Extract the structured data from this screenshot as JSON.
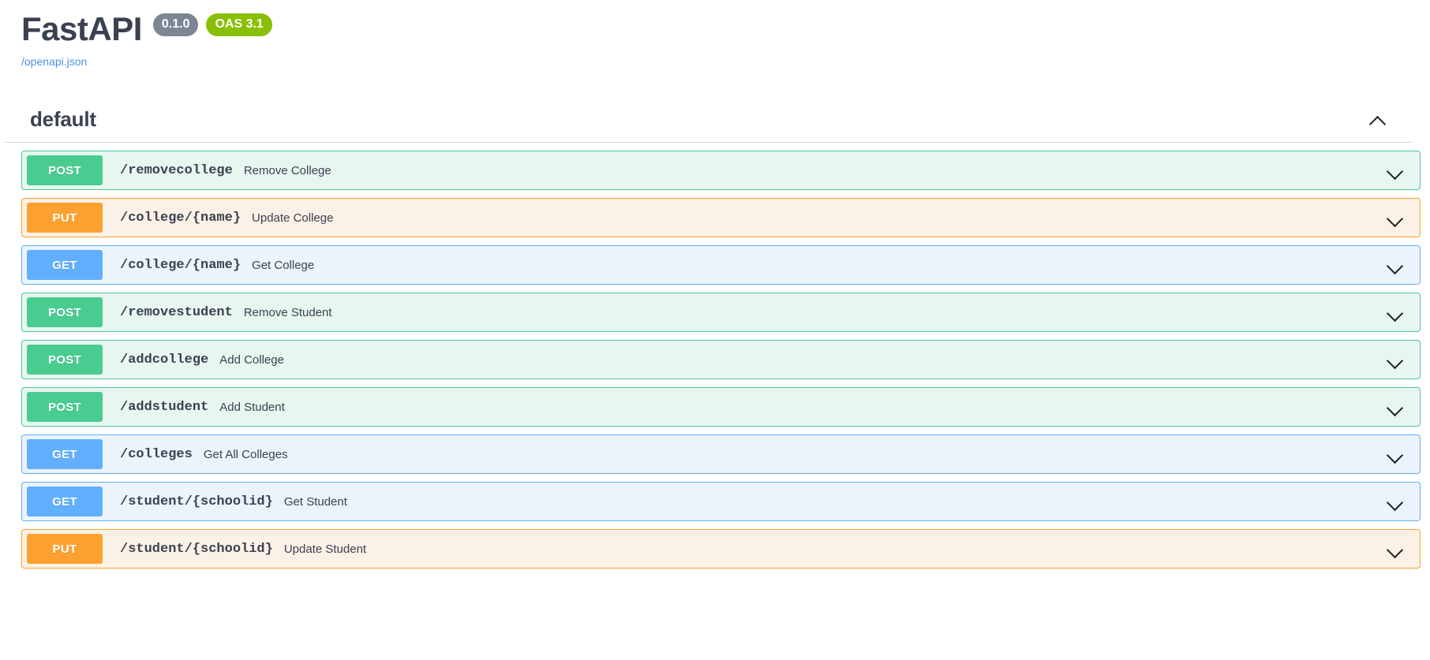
{
  "info": {
    "title": "FastAPI",
    "version_badge": "0.1.0",
    "oas_badge": "OAS 3.1",
    "spec_link": "/openapi.json"
  },
  "colors": {
    "get": "#61affe",
    "post": "#49cc90",
    "put": "#fca130",
    "delete": "#f93e3e",
    "patch": "#50e3c2",
    "title_text": "#3b4151",
    "version_badge_bg": "#7d8492",
    "oas_badge_bg": "#89bf04",
    "link": "#4a90e2"
  },
  "tag": {
    "name": "default",
    "collapse_icon": "chevron-up-icon",
    "expanded": true
  },
  "operations": [
    {
      "method": "POST",
      "method_key": "post",
      "path": "/removecollege",
      "summary": "Remove College",
      "toggle_icon": "chevron-down-icon"
    },
    {
      "method": "PUT",
      "method_key": "put",
      "path": "/college/{name}",
      "summary": "Update College",
      "toggle_icon": "chevron-down-icon"
    },
    {
      "method": "GET",
      "method_key": "get",
      "path": "/college/{name}",
      "summary": "Get College",
      "toggle_icon": "chevron-down-icon"
    },
    {
      "method": "POST",
      "method_key": "post",
      "path": "/removestudent",
      "summary": "Remove Student",
      "toggle_icon": "chevron-down-icon"
    },
    {
      "method": "POST",
      "method_key": "post",
      "path": "/addcollege",
      "summary": "Add College",
      "toggle_icon": "chevron-down-icon"
    },
    {
      "method": "POST",
      "method_key": "post",
      "path": "/addstudent",
      "summary": "Add Student",
      "toggle_icon": "chevron-down-icon"
    },
    {
      "method": "GET",
      "method_key": "get",
      "path": "/colleges",
      "summary": "Get All Colleges",
      "toggle_icon": "chevron-down-icon"
    },
    {
      "method": "GET",
      "method_key": "get",
      "path": "/student/{schoolid}",
      "summary": "Get Student",
      "toggle_icon": "chevron-down-icon"
    },
    {
      "method": "PUT",
      "method_key": "put",
      "path": "/student/{schoolid}",
      "summary": "Update Student",
      "toggle_icon": "chevron-down-icon"
    }
  ]
}
